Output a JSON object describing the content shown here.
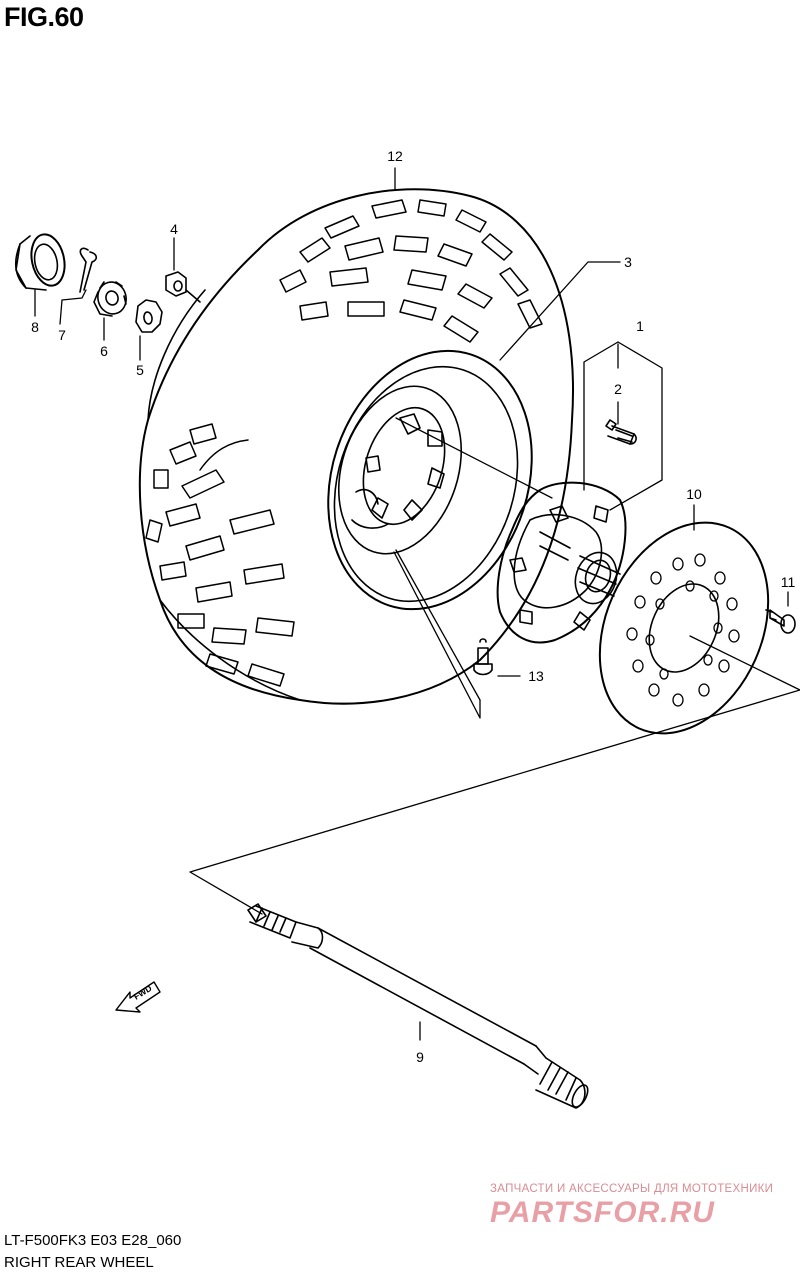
{
  "figure": {
    "title": "FIG.60",
    "code": "LT-F500FK3 E03 E28_060",
    "name": "RIGHT REAR WHEEL"
  },
  "callouts": {
    "c1": "1",
    "c2": "2",
    "c3": "3",
    "c4": "4",
    "c5": "5",
    "c6": "6",
    "c7": "7",
    "c8": "8",
    "c9": "9",
    "c10": "10",
    "c11": "11",
    "c12": "12",
    "c13": "13"
  },
  "fwd_label": "FWD",
  "watermark": {
    "tagline": "ЗАПЧАСТИ И АКСЕССУАРЫ ДЛЯ МОТОТЕХНИКИ",
    "logo": "PARTSFOR.RU",
    "color": "#e8a0a6"
  }
}
